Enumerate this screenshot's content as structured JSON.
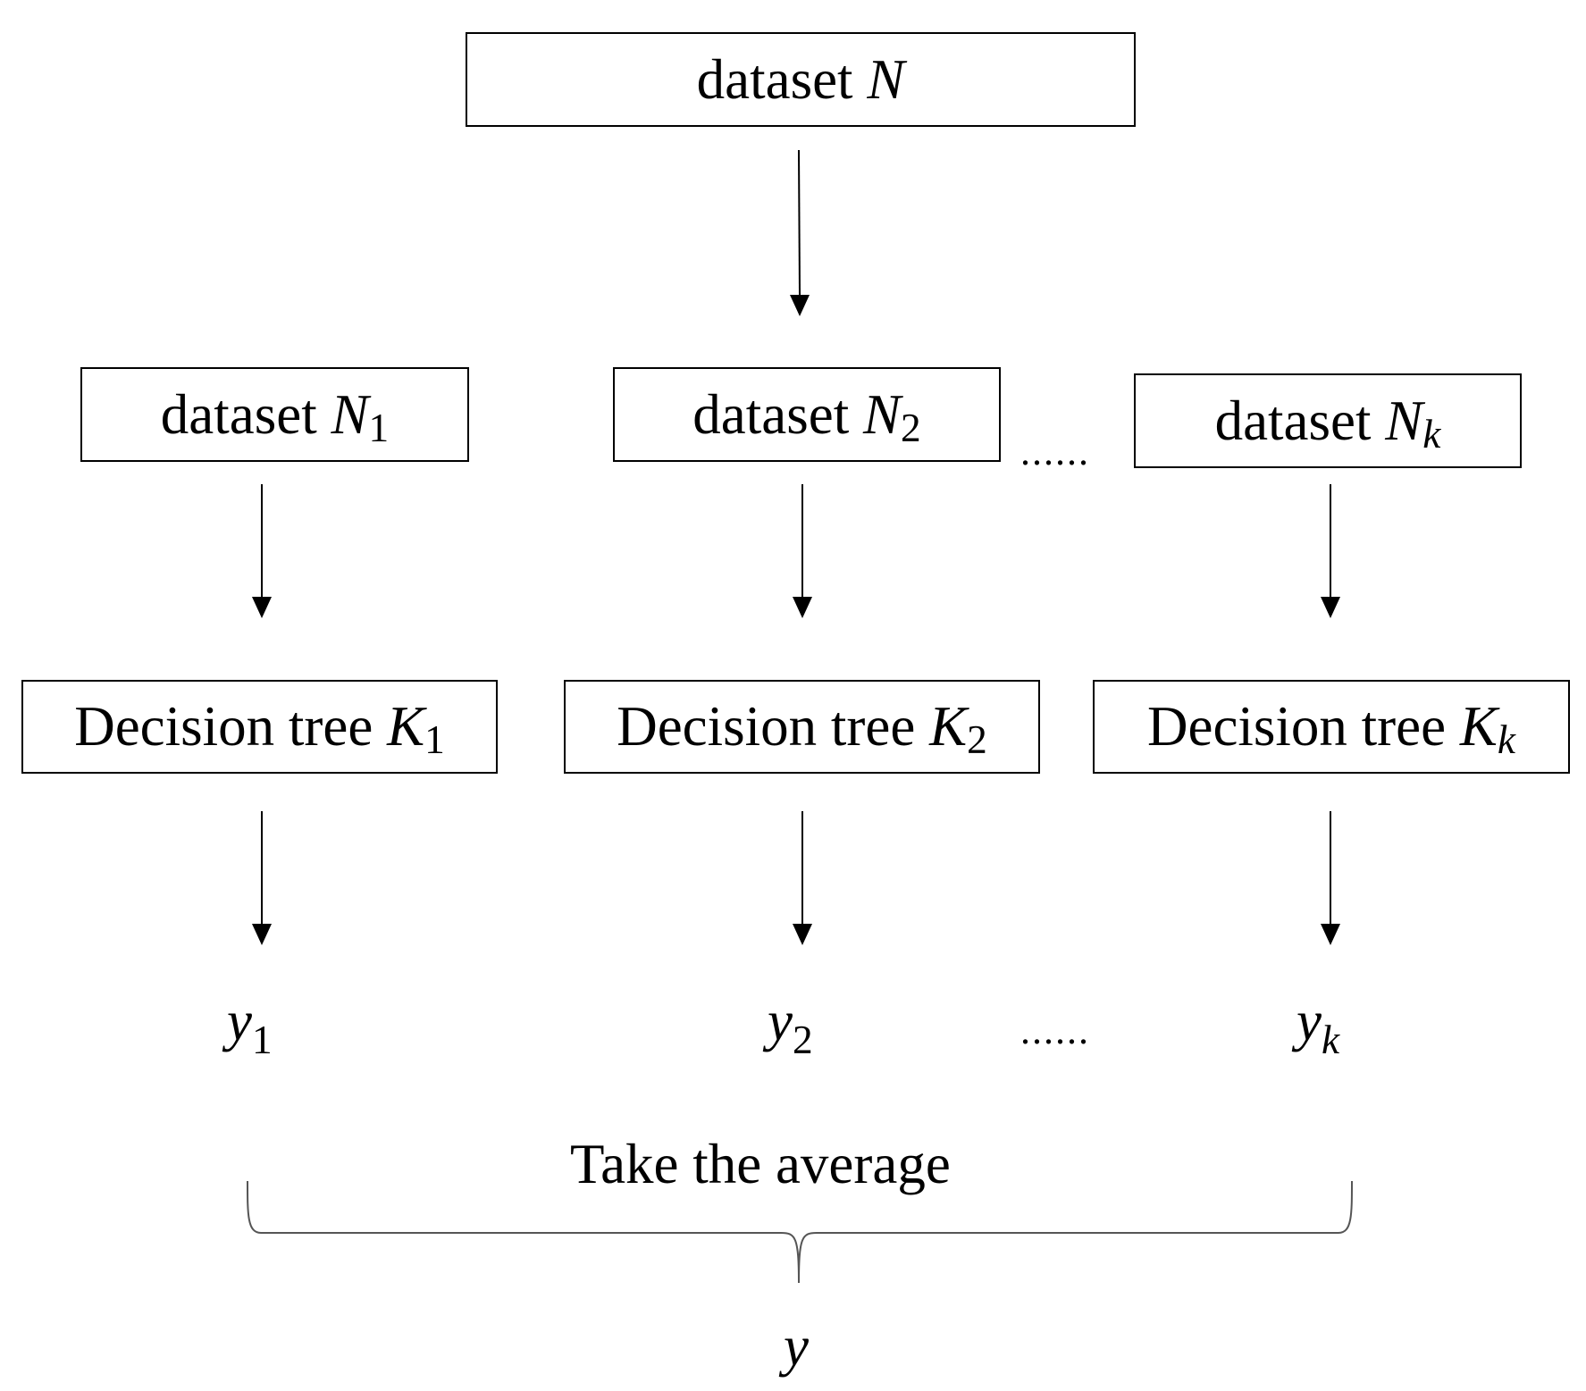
{
  "top": {
    "word": "dataset",
    "var": "N"
  },
  "datasets": [
    {
      "word": "dataset",
      "var": "N",
      "sub": "1"
    },
    {
      "word": "dataset",
      "var": "N",
      "sub": "2"
    },
    {
      "word": "dataset",
      "var": "N",
      "sub": "k"
    }
  ],
  "trees": [
    {
      "word": "Decision tree",
      "var": "K",
      "sub": "1"
    },
    {
      "word": "Decision tree",
      "var": "K",
      "sub": "2"
    },
    {
      "word": "Decision tree",
      "var": "K",
      "sub": "k"
    }
  ],
  "outputs": [
    {
      "var": "y",
      "sub": "1"
    },
    {
      "var": "y",
      "sub": "2"
    },
    {
      "var": "y",
      "sub": "k"
    }
  ],
  "ellipsis": "......",
  "aggregate_label": "Take the average",
  "final_output": "y"
}
